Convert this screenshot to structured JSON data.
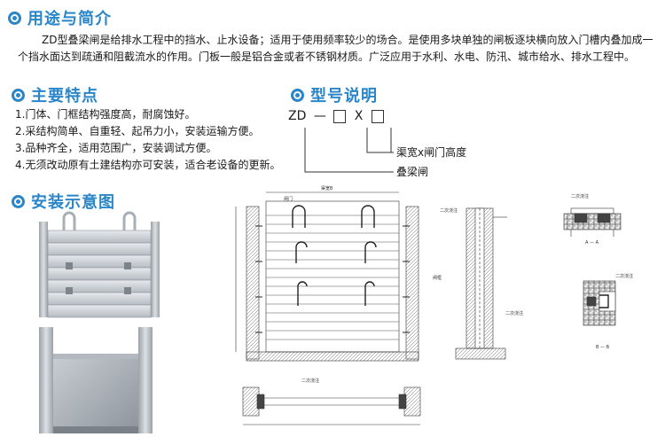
{
  "sections": {
    "intro_title": "用途与简介",
    "features_title": "主要特点",
    "model_title": "型号说明",
    "install_title": "安装示意图"
  },
  "intro": {
    "line1": "ZD型叠梁闸是给排水工程中的挡水、止水设备；适用于使用频率较少的场合。是使用多块单独的闸板逐块横向放入门槽内叠加成一",
    "line2": "个挡水面达到疏通和阻截流水的作用。门板一般是铝合金或者不锈钢材质。广泛应用于水利、水电、防汛、城市给水、排水工程中。"
  },
  "features": [
    "1.门体、门框结构强度高，耐腐蚀好。",
    "2.采结构简单、自重轻、起吊力小，安装运输方便。",
    "3.品种齐全，适用范围广，安装调试方便。",
    "4.无须改动原有土建结构亦可安装，适合老设备的更新。"
  ],
  "model": {
    "prefix": "ZD",
    "dash": "—",
    "times": "X",
    "label_size": "渠宽x闸门高度",
    "label_type": "叠梁闸"
  },
  "drawing": {
    "label_gate": "闸门",
    "label_width": "渠宽B",
    "label_grout": "二次浇注",
    "label_frame": "闸框",
    "label_section": "A — A",
    "label_section2": "B — B"
  },
  "colors": {
    "accent": "#2a86c8",
    "text": "#1a1a1a"
  },
  "icons": {
    "bullet": "circle-bullet-icon"
  }
}
